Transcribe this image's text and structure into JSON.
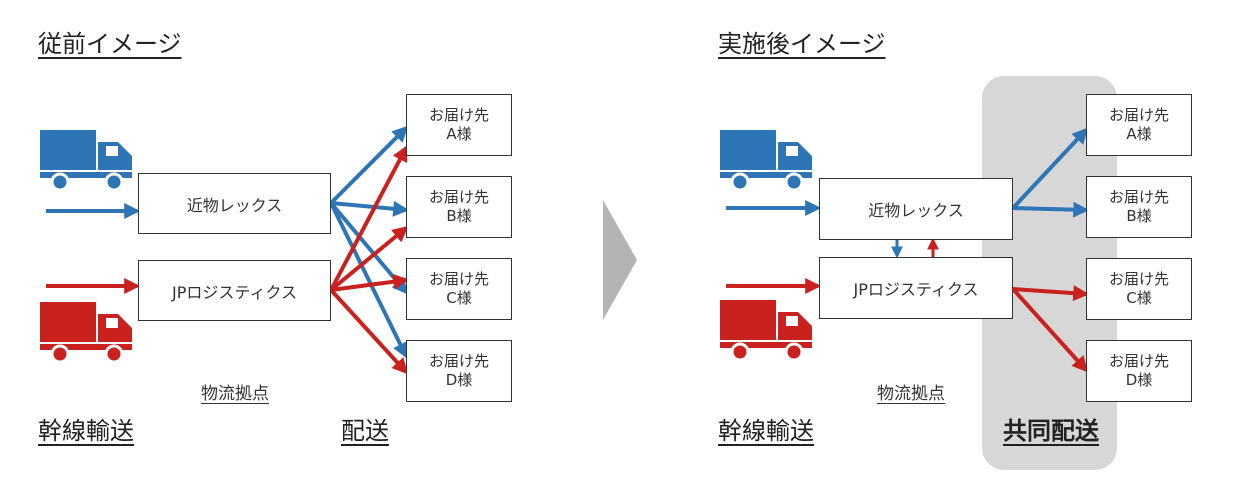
{
  "colors": {
    "blue": "#2e75b6",
    "red": "#c9211e",
    "shade": "#a0a0a0",
    "chevron": "#b4b4b4"
  },
  "before": {
    "heading": "従前イメージ",
    "hub_label": "物流拠点",
    "trunk_label": "幹線輸送",
    "delivery_label": "配送",
    "carrier_1": "近物レックス",
    "carrier_2": "JPロジスティクス",
    "destinations": [
      {
        "line1": "お届け先",
        "line2": "A様"
      },
      {
        "line1": "お届け先",
        "line2": "B様"
      },
      {
        "line1": "お届け先",
        "line2": "C様"
      },
      {
        "line1": "お届け先",
        "line2": "D様"
      }
    ]
  },
  "after": {
    "heading": "実施後イメージ",
    "hub_label": "物流拠点",
    "trunk_label": "幹線輸送",
    "delivery_label": "共同配送",
    "carrier_1": "近物レックス",
    "carrier_2": "JPロジスティクス",
    "destinations": [
      {
        "line1": "お届け先",
        "line2": "A様"
      },
      {
        "line1": "お届け先",
        "line2": "B様"
      },
      {
        "line1": "お届け先",
        "line2": "C様"
      },
      {
        "line1": "お届け先",
        "line2": "D様"
      }
    ]
  },
  "icons": {
    "blue_truck": "truck-icon",
    "red_truck": "truck-icon",
    "transition": "chevron-right-icon"
  }
}
